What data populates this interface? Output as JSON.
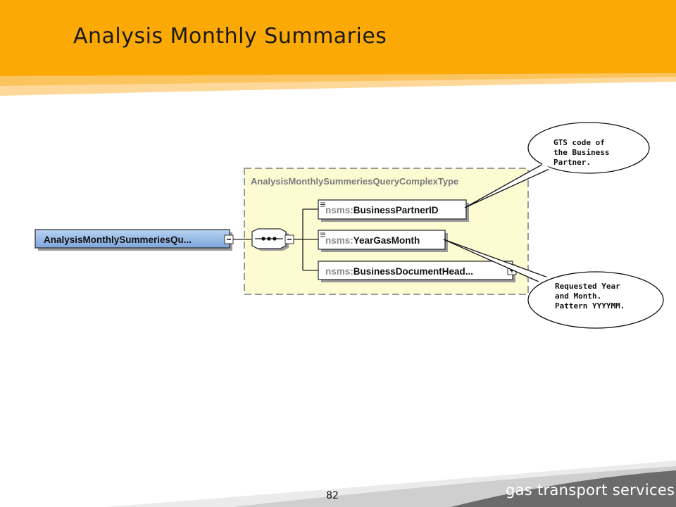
{
  "slide": {
    "title": "Analysis Monthly Summaries",
    "page_number": "82",
    "brand": "gas transport services"
  },
  "diagram": {
    "root_element": "AnalysisMonthlySummeriesQu...",
    "complex_type": "AnalysisMonthlySummeriesQueryComplexType",
    "children": [
      {
        "prefix": "nsms:",
        "name": "BusinessPartnerID",
        "has_annotation": true,
        "expandable": false
      },
      {
        "prefix": "nsms:",
        "name": "YearGasMonth",
        "has_annotation": true,
        "expandable": false
      },
      {
        "prefix": "nsms:",
        "name": "BusinessDocumentHead...",
        "has_annotation": false,
        "expandable": true
      }
    ],
    "callouts": [
      {
        "lines": [
          "GTS code of",
          "the Business",
          "Partner."
        ]
      },
      {
        "lines": [
          "Requested Year",
          "and Month.",
          "Pattern YYYYMM."
        ]
      }
    ]
  },
  "colors": {
    "header": "#fba905",
    "complex_type_fill": "#fdfbd2",
    "root_fill": "#8fb6e6",
    "brand_band": "#6b6b6b"
  },
  "icons": [
    "collapse-icon",
    "sequence-compositor-icon",
    "annotation-icon",
    "expand-icon"
  ]
}
